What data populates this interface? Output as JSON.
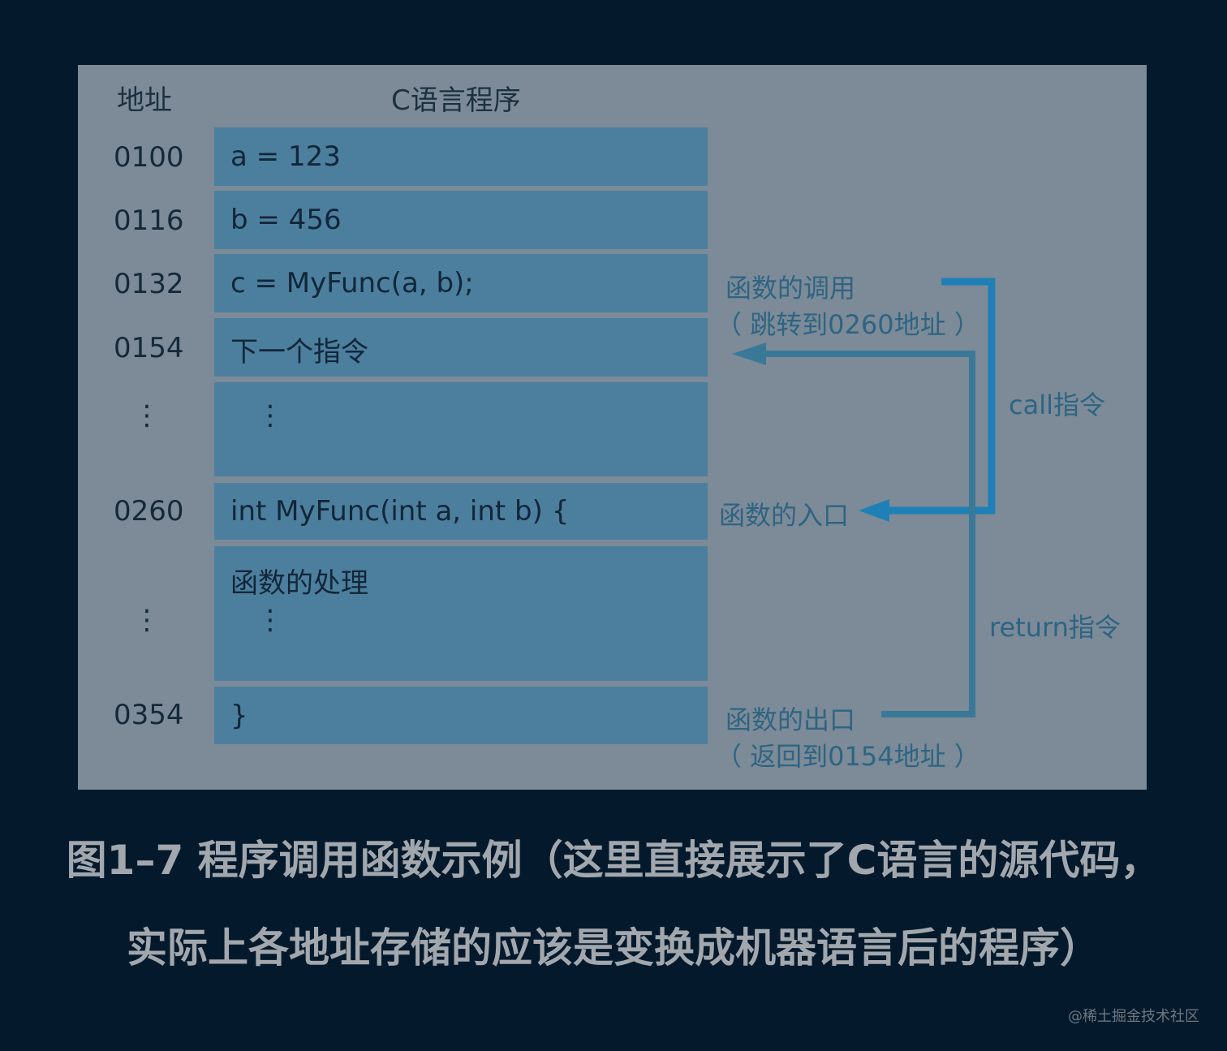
{
  "header": {
    "address_col": "地址",
    "program_col": "C语言程序"
  },
  "rows": [
    {
      "addr": "0100",
      "code": "a = 123"
    },
    {
      "addr": "0116",
      "code": "b = 456"
    },
    {
      "addr": "0132",
      "code": "c = MyFunc(a, b);"
    },
    {
      "addr": "0154",
      "code": "下一个指令"
    },
    {
      "addr": "⋮",
      "code": "⋮"
    },
    {
      "addr": "0260",
      "code": "int MyFunc(int a, int b) {"
    },
    {
      "addr": "⋮",
      "code": "函数的处理",
      "code2": "⋮"
    },
    {
      "addr": "0354",
      "code": "}"
    }
  ],
  "annotations": {
    "call_line1": "函数的调用",
    "call_line2": "（ 跳转到0260地址 ）",
    "entry": "函数的入口",
    "exit_line1": "函数的出口",
    "exit_line2": "（ 返回到0154地址 ）",
    "call_instr": "call指令",
    "return_instr": "return指令"
  },
  "caption": {
    "line1": "图1–7 程序调用函数示例（这里直接展示了C语言的源代码，",
    "line2": "实际上各地址存储的应该是变换成机器语言后的程序）"
  },
  "watermark": "@稀土掘金技术社区",
  "colors": {
    "background": "#041a2c",
    "panel": "#7c8b97",
    "block": "#4c7f9d",
    "arrow_call": "#1f7fb7",
    "arrow_return": "#3a7898"
  }
}
